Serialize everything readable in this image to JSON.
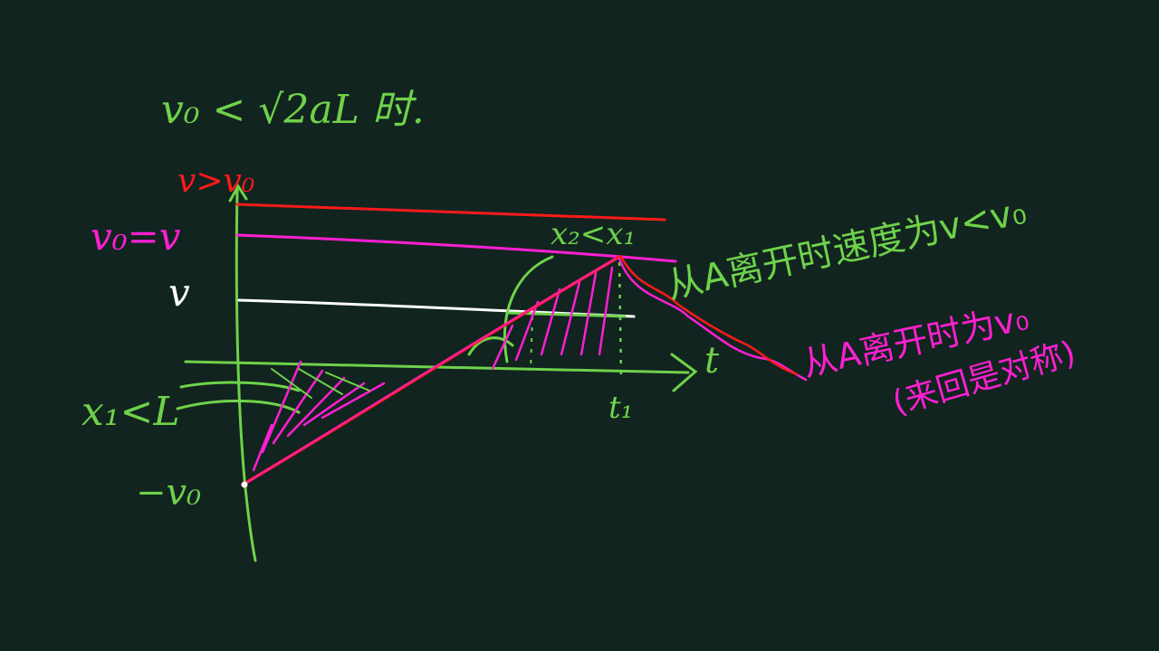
{
  "colors": {
    "background": "#11241f",
    "green": "#6fd24a",
    "red": "#ff1a1a",
    "magenta": "#ff1fd2",
    "white": "#ffffff"
  },
  "title": "v₀ < √2aL 时.",
  "axis": {
    "t_label": "t",
    "t1_label": "t₁"
  },
  "labels": {
    "v_gt_v0": "v>v₀",
    "v0_eq_v": "v₀=v",
    "v": "v",
    "x1_lt_L": "x₁<L",
    "neg_v0": "−v₀",
    "x2_lt_x1": "x₂<x₁"
  },
  "notes": {
    "green_note": "从A离开时速度为v<v₀",
    "magenta_note_line1": "从A离开时为v₀",
    "magenta_note_line2": "(来回是对称)"
  }
}
